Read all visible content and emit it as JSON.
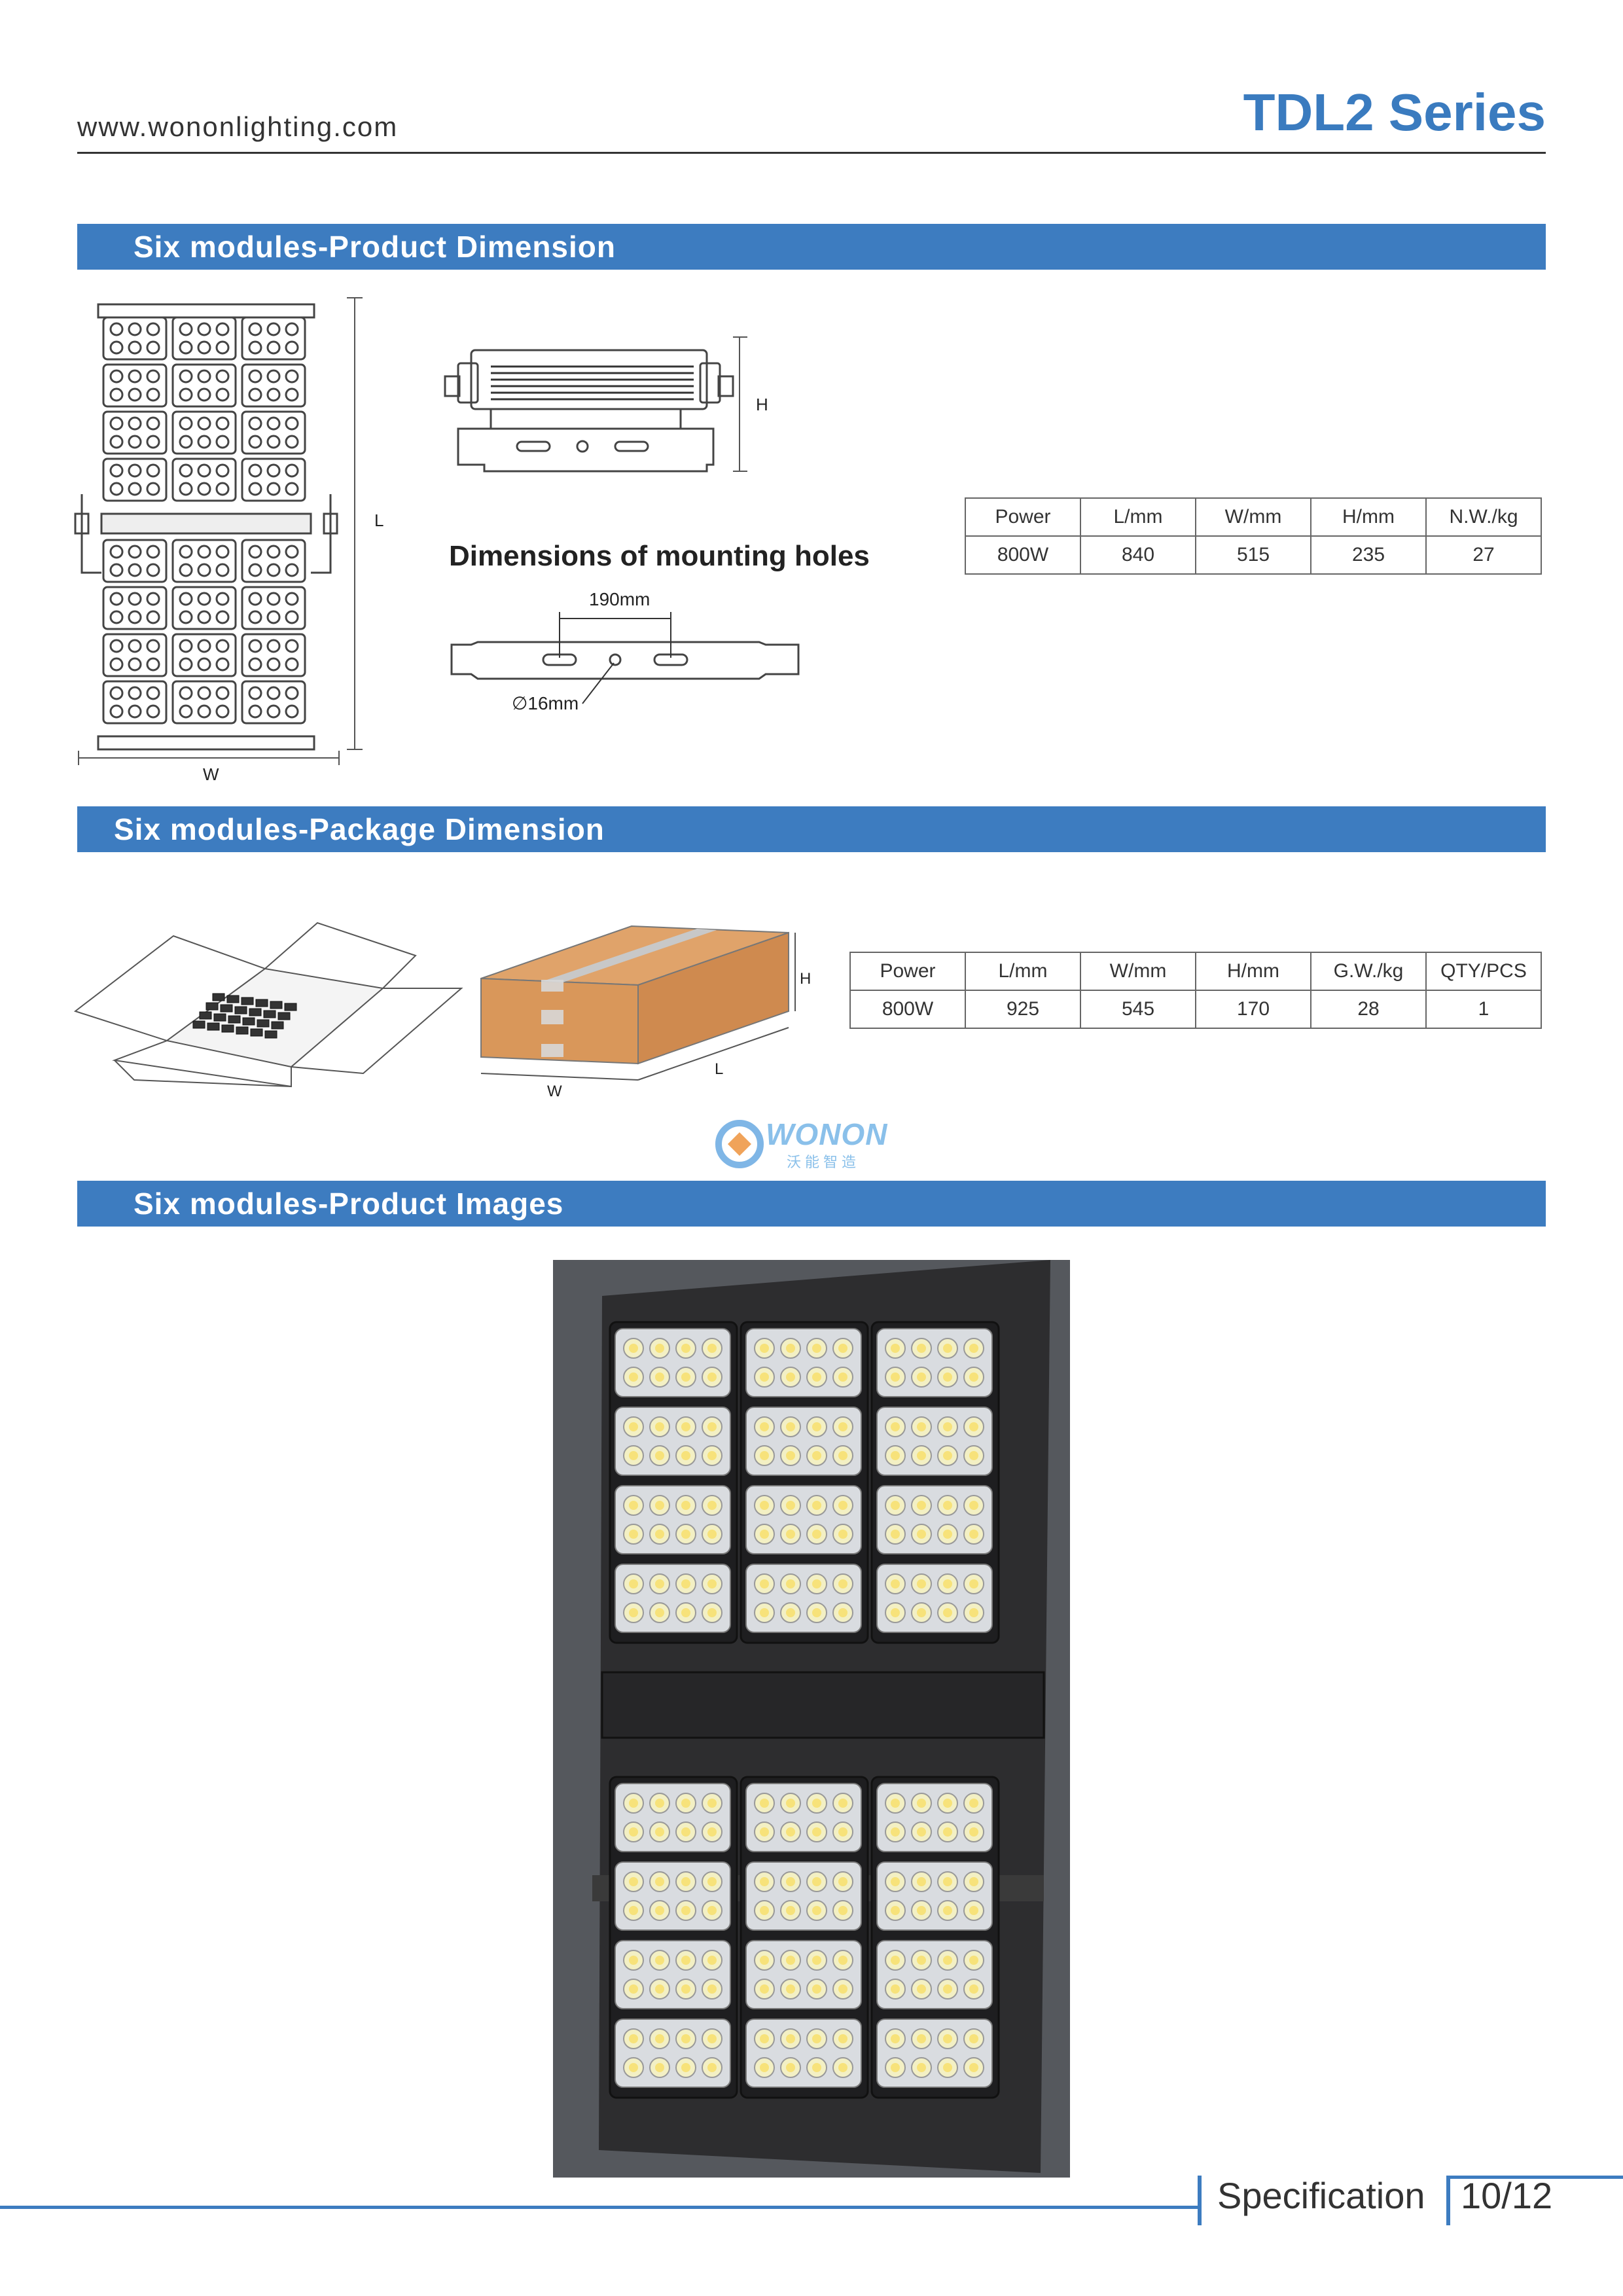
{
  "header": {
    "website": "www.wononlighting.com",
    "series": "TDL2 Series"
  },
  "sections": {
    "product_dimension": "Six modules-Product Dimension",
    "package_dimension": "Six modules-Package Dimension",
    "product_images": "Six modules-Product Images"
  },
  "drawing_labels": {
    "L": "L",
    "W": "W",
    "H": "H",
    "mount_title": "Dimensions of mounting holes",
    "hole_spacing": "190mm",
    "hole_diameter": "∅16mm",
    "pkg_H": "H",
    "pkg_W": "W",
    "pkg_L": "L"
  },
  "product_table": {
    "headers": [
      "Power",
      "L/mm",
      "W/mm",
      "H/mm",
      "N.W./kg"
    ],
    "rows": [
      [
        "800W",
        "840",
        "515",
        "235",
        "27"
      ]
    ]
  },
  "package_table": {
    "headers": [
      "Power",
      "L/mm",
      "W/mm",
      "H/mm",
      "G.W./kg",
      "QTY/PCS"
    ],
    "rows": [
      [
        "800W",
        "925",
        "545",
        "170",
        "28",
        "1"
      ]
    ]
  },
  "logo": {
    "brand": "WONON",
    "subtitle": "沃能智造"
  },
  "footer": {
    "label": "Specification",
    "page": "10/12"
  },
  "colors": {
    "accent": "#3d7cc0",
    "title": "#3a7bbf",
    "box": "#d9975a"
  }
}
